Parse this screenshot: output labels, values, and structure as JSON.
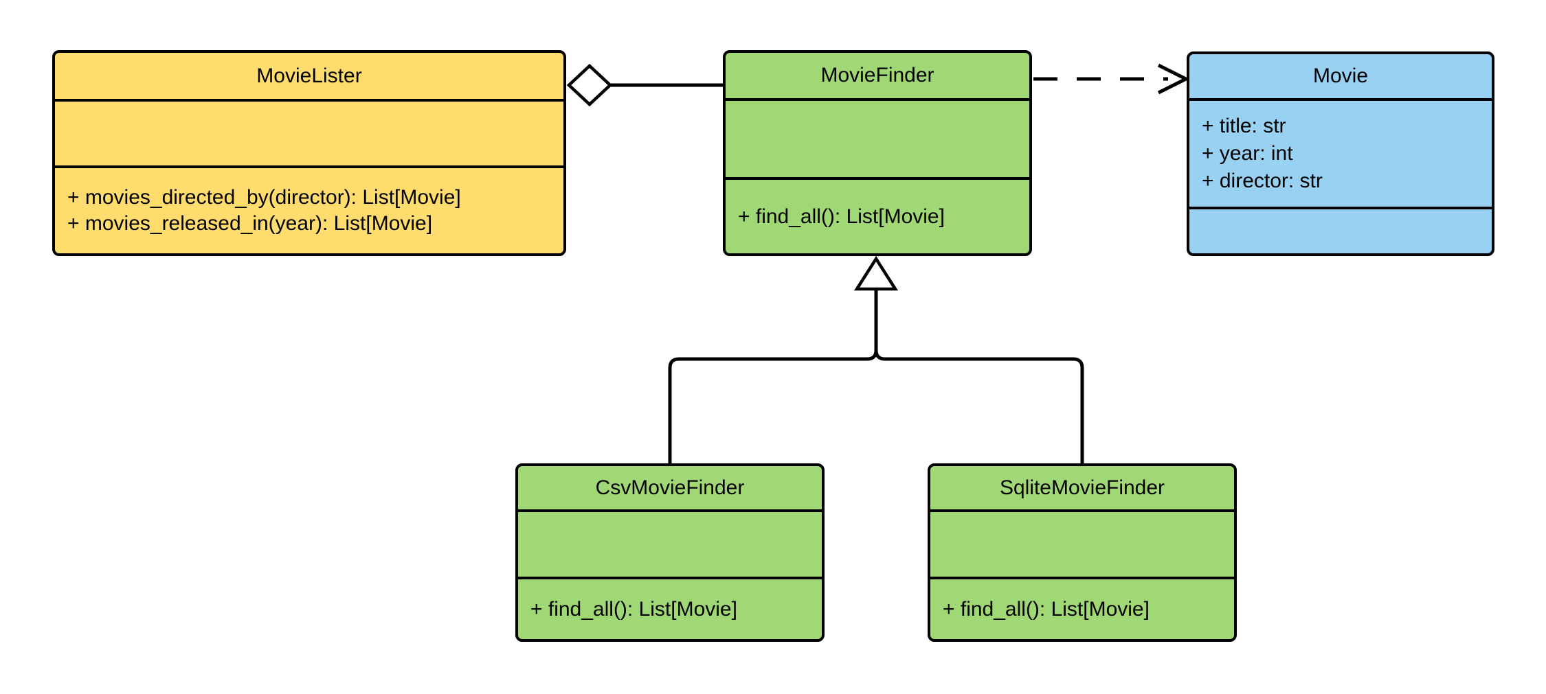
{
  "diagram": {
    "kind": "uml-class-diagram",
    "background_color": "#ffffff",
    "line_color": "#000000",
    "classes": [
      {
        "name": "MovieLister",
        "fill": "#FFDC6E",
        "attributes": [],
        "methods": [
          "+ movies_directed_by(director): List[Movie]",
          "+ movies_released_in(year): List[Movie]"
        ]
      },
      {
        "name": "MovieFinder",
        "fill": "#A0D876",
        "attributes": [],
        "methods": [
          "+ find_all(): List[Movie]"
        ]
      },
      {
        "name": "Movie",
        "fill": "#98D1F2",
        "attributes": [
          "+ title: str",
          "+ year: int",
          "+ director: str"
        ],
        "methods": []
      },
      {
        "name": "CsvMovieFinder",
        "fill": "#A0D876",
        "attributes": [],
        "methods": [
          "+ find_all(): List[Movie]"
        ]
      },
      {
        "name": "SqliteMovieFinder",
        "fill": "#A0D876",
        "attributes": [],
        "methods": [
          "+ find_all(): List[Movie]"
        ]
      }
    ],
    "relationships": [
      {
        "type": "aggregation",
        "from": "MovieLister",
        "to": "MovieFinder"
      },
      {
        "type": "dependency",
        "from": "MovieFinder",
        "to": "Movie"
      },
      {
        "type": "inheritance",
        "from": "CsvMovieFinder",
        "to": "MovieFinder"
      },
      {
        "type": "inheritance",
        "from": "SqliteMovieFinder",
        "to": "MovieFinder"
      }
    ]
  }
}
